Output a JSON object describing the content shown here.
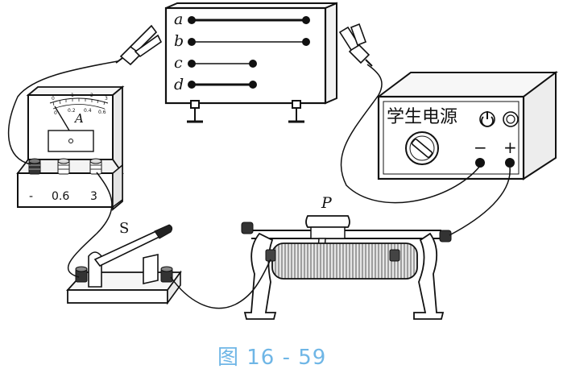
{
  "board": {
    "wires": [
      {
        "label": "a"
      },
      {
        "label": "b"
      },
      {
        "label": "c"
      },
      {
        "label": "d"
      }
    ]
  },
  "ammeter": {
    "unit": "A",
    "scale_labels": [
      "0",
      "0.2",
      "0.4",
      "0.6",
      "1",
      "2",
      "3"
    ],
    "terminal_labels": [
      "-",
      "0.6",
      "3"
    ]
  },
  "switch": {
    "label": "S"
  },
  "rheostat": {
    "slider_label": "P"
  },
  "power_supply": {
    "title": "学生电源",
    "neg_label": "−",
    "pos_label": "+"
  },
  "caption": "图 16 - 59"
}
